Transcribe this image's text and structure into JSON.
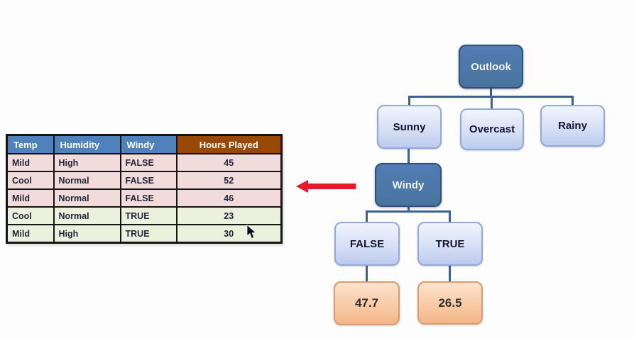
{
  "table": {
    "headers": [
      {
        "label": "Temp"
      },
      {
        "label": "Humidity"
      },
      {
        "label": "Windy"
      },
      {
        "label": "Hours Played"
      }
    ],
    "rows": [
      {
        "temp": "Mild",
        "humidity": "High",
        "windy": "FALSE",
        "hours_played": "45"
      },
      {
        "temp": "Cool",
        "humidity": "Normal",
        "windy": "FALSE",
        "hours_played": "52"
      },
      {
        "temp": "Mild",
        "humidity": "Normal",
        "windy": "FALSE",
        "hours_played": "46"
      },
      {
        "temp": "Cool",
        "humidity": "Normal",
        "windy": "TRUE",
        "hours_played": "23"
      },
      {
        "temp": "Mild",
        "humidity": "High",
        "windy": "TRUE",
        "hours_played": "30"
      }
    ]
  },
  "tree": {
    "nodes": {
      "outlook": {
        "label": "Outlook",
        "type": "decision"
      },
      "sunny": {
        "label": "Sunny",
        "type": "branch"
      },
      "overcast": {
        "label": "Overcast",
        "type": "branch"
      },
      "rainy": {
        "label": "Rainy",
        "type": "branch"
      },
      "windy": {
        "label": "Windy",
        "type": "decision"
      },
      "windy_false": {
        "label": "FALSE",
        "type": "branch"
      },
      "windy_true": {
        "label": "TRUE",
        "type": "branch"
      },
      "value_false": {
        "label": "47.7",
        "type": "leaf"
      },
      "value_true": {
        "label": "26.5",
        "type": "leaf"
      }
    }
  },
  "annotations": {
    "red_arrow": {
      "direction": "left",
      "points_from": "Windy subtree",
      "points_to": "table"
    },
    "cursor": {
      "near_value": "30"
    }
  },
  "colors": {
    "header_blue": "#4f81bd",
    "header_brown": "#984807",
    "row_pink": "#f2dcdb",
    "row_green": "#ebf1dd",
    "decision_node_fill": "#4b77a8",
    "decision_node_border": "#2f5179",
    "branch_node_fill": "#d7e0f6",
    "branch_node_border": "#92a9da",
    "leaf_node_fill": "#f9cba6",
    "leaf_node_border": "#d89c6e",
    "connector": "#3e6190",
    "arrow_red": "#e8192c"
  }
}
